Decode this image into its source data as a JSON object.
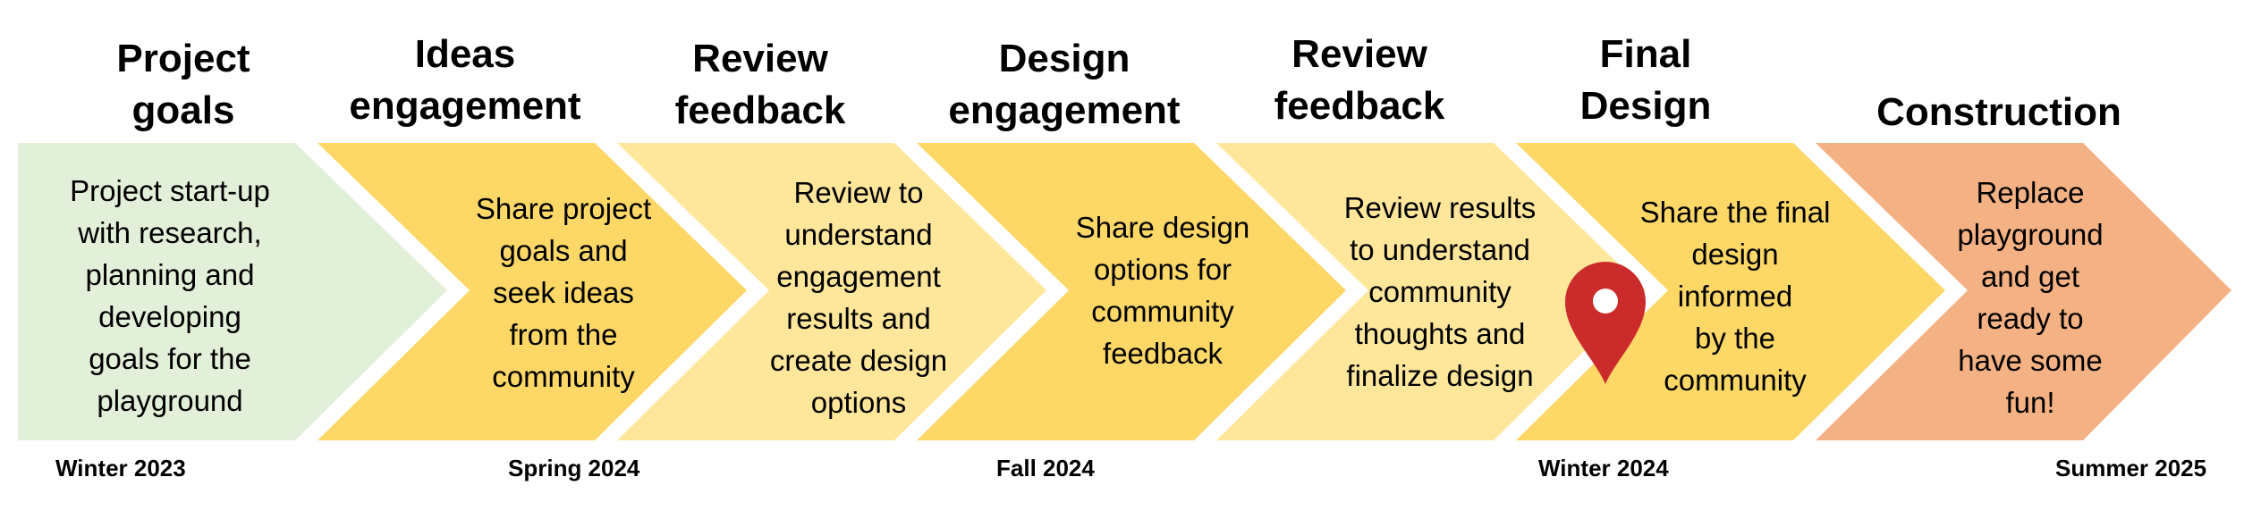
{
  "colors": {
    "start": "#e2efd9",
    "dark_yellow": "#fdd867",
    "light_yellow": "#fee69b",
    "construction": "#f4b183",
    "marker": "#cc2b2b"
  },
  "stages": [
    {
      "title": "Project\ngoals",
      "description": "Project start-up\nwith research,\nplanning and\ndeveloping\ngoals for the\nplayground",
      "color": "#e2efd9"
    },
    {
      "title": "Ideas\nengagement",
      "description": "Share project\ngoals and\nseek ideas\nfrom the\ncommunity",
      "color": "#fdd867"
    },
    {
      "title": "Review\nfeedback",
      "description": "Review to\nunderstand\nengagement\nresults and\ncreate design\noptions",
      "color": "#fee69b"
    },
    {
      "title": "Design\nengagement",
      "description": "Share design\noptions for\ncommunity\nfeedback",
      "color": "#fdd867"
    },
    {
      "title": "Review\nfeedback",
      "description": "Review results\nto understand\ncommunity\nthoughts and\nfinalize design",
      "color": "#fee69b"
    },
    {
      "title": "Final\nDesign",
      "description": "Share the final\ndesign\ninformed\nby the\ncommunity",
      "color": "#fdd867"
    },
    {
      "title": "Construction",
      "description": "Replace\nplayground\nand get\nready to\nhave some\nfun!",
      "color": "#f4b183"
    }
  ],
  "dates": [
    "Winter 2023",
    "Spring 2024",
    "Fall 2024",
    "Winter 2024",
    "Summer 2025"
  ],
  "marker_icon": "map-pin-icon"
}
